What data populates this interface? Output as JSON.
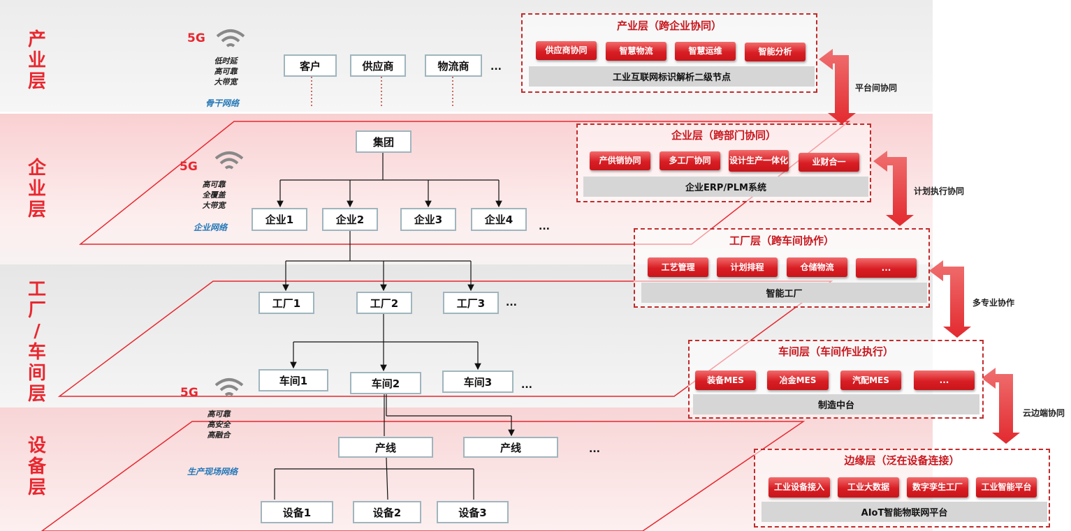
{
  "layers": {
    "industry": [
      "产",
      "业",
      "层"
    ],
    "enterprise": [
      "企",
      "业",
      "层"
    ],
    "factory": [
      "工",
      "厂",
      "/",
      "车",
      "间",
      "层"
    ],
    "device": [
      "设",
      "备",
      "层"
    ]
  },
  "network": {
    "fiveg": "5G",
    "industry_features": [
      "低时延",
      "高可靠",
      "大带宽"
    ],
    "industry_net": "骨干网络",
    "enterprise_features": [
      "高可靠",
      "全覆盖",
      "大带宽"
    ],
    "enterprise_net": "企业网络",
    "device_features": [
      "高可靠",
      "高安全",
      "高融合"
    ],
    "device_net": "生产现场网络"
  },
  "nodes": {
    "customer": "客户",
    "supplier": "供应商",
    "logistics": "物流商",
    "group": "集团",
    "enterprises": [
      "企业1",
      "企业2",
      "企业3",
      "企业4"
    ],
    "factories": [
      "工厂1",
      "工厂2",
      "工厂3"
    ],
    "workshops": [
      "车间1",
      "车间2",
      "车间3"
    ],
    "lines": [
      "产线",
      "产线"
    ],
    "devices": [
      "设备1",
      "设备2",
      "设备3"
    ],
    "ellipsis": "..."
  },
  "panels": {
    "industry": {
      "title": "产业层（跨企业协同）",
      "chips": [
        "供应商协同",
        "智慧物流",
        "智慧运维",
        "智能分析"
      ],
      "platform": "工业互联网标识解析二级节点"
    },
    "enterprise": {
      "title": "企业层（跨部门协同）",
      "chips": [
        "产供销协同",
        "多工厂协同",
        "设计生产一体化",
        "业财合一"
      ],
      "platform": "企业ERP/PLM系统"
    },
    "factory": {
      "title": "工厂层（跨车间协作）",
      "chips": [
        "工艺管理",
        "计划排程",
        "仓储物流",
        "..."
      ],
      "platform": "智能工厂"
    },
    "workshop": {
      "title": "车间层（车间作业执行）",
      "chips": [
        "装备MES",
        "冶金MES",
        "汽配MES",
        "..."
      ],
      "platform": "制造中台"
    },
    "edge": {
      "title": "边缘层（泛在设备连接）",
      "chips": [
        "工业设备接入",
        "工业大数据",
        "数字孪生工厂",
        "工业智能平台"
      ],
      "platform": "AIoT智能物联网平台"
    }
  },
  "collaboration": {
    "platform": "平台间协同",
    "plan": "计划执行协同",
    "multi": "多专业协作",
    "cloud": "云边端协同"
  },
  "colors": {
    "accent": "#e8272f",
    "net_text": "#2478b8",
    "node_border": "#9fb5bd",
    "chip": "#d81e24",
    "platform": "#d6d6d6"
  }
}
